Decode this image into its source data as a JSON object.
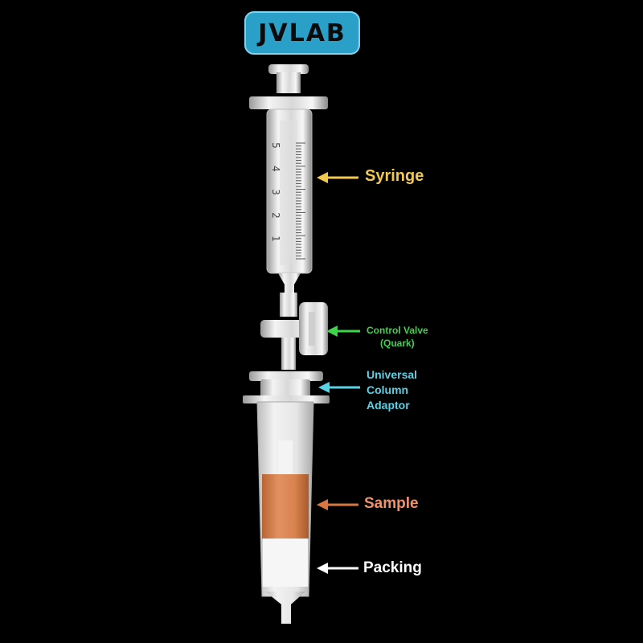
{
  "brand": {
    "logo_text": "JVLAB"
  },
  "labels": {
    "syringe": "Syringe",
    "control_valve_line1": "Control Valve",
    "control_valve_line2": "(Quark)",
    "adaptor_line1": "Universal",
    "adaptor_line2": "Column",
    "adaptor_line3": "Adaptor",
    "sample": "Sample",
    "packing": "Packing"
  },
  "syringe_scale": [
    "5",
    "4",
    "3",
    "2",
    "1"
  ],
  "colors": {
    "background": "#000000",
    "brand_badge": "#2aa0c8",
    "syringe_arrow": "#f2c94c",
    "valve_arrow": "#3ed34a",
    "adaptor_arrow": "#5ad2e6",
    "sample_arrow": "#d9773f",
    "sample_fill": "#d9834f",
    "packing_arrow": "#ffffff"
  }
}
